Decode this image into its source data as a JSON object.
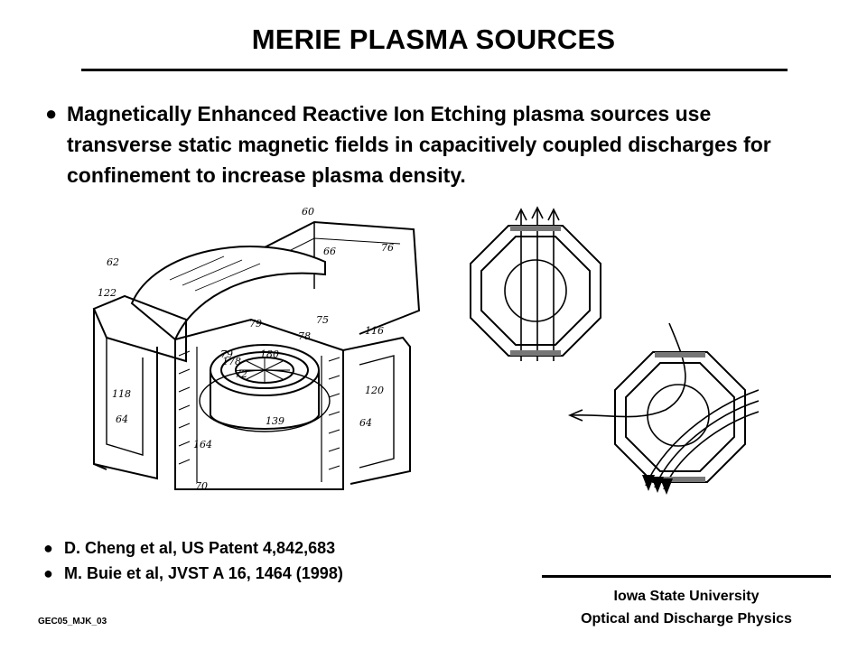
{
  "slide": {
    "title": "MERIE PLASMA SOURCES",
    "bullet_symbol": "●",
    "main_bullet": "Magnetically Enhanced Reactive Ion Etching plasma sources use transverse static magnetic fields in capacitively coupled discharges for confinement to increase plasma density.",
    "references": [
      "D. Cheng et al, US Patent 4,842,683",
      "M. Buie et al, JVST A 16, 1464 (1998)"
    ],
    "affiliation_line1": "Iowa State University",
    "affiliation_line2": "Optical and Discharge Physics",
    "footer_code": "GEC05_MJK_03"
  },
  "patent_figure": {
    "labels": [
      "60",
      "62",
      "66",
      "76",
      "122",
      "75",
      "116",
      "79",
      "78",
      "180",
      "178",
      "72",
      "79",
      "118",
      "120",
      "64",
      "139",
      "64",
      "164",
      "70"
    ]
  }
}
